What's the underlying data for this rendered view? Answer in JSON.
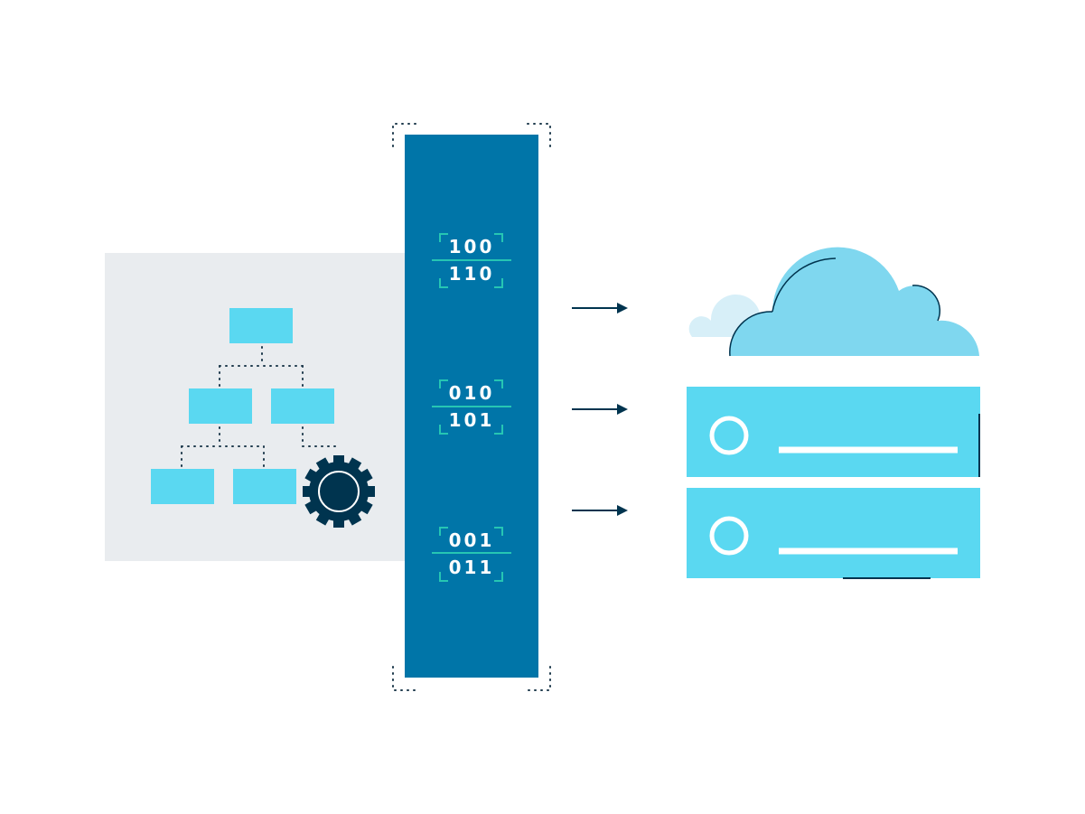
{
  "colors": {
    "background": "#ffffff",
    "panel_gray": "#e9ecef",
    "light_blue": "#5ad8f1",
    "deep_blue": "#0075a8",
    "navy": "#00344f",
    "teal": "#26c6b3",
    "cloud_main": "#7fd7ef",
    "cloud_small": "#d7eff8",
    "white": "#ffffff"
  },
  "icons": {
    "hierarchy": "org-chart-icon",
    "gear": "gear-icon",
    "cloud": "cloud-icon",
    "server": "server-rack-icon",
    "arrow": "arrow-right-icon"
  },
  "binary_blocks": [
    {
      "top": "100",
      "bottom": "110"
    },
    {
      "top": "010",
      "bottom": "101"
    },
    {
      "top": "001",
      "bottom": "011"
    }
  ]
}
